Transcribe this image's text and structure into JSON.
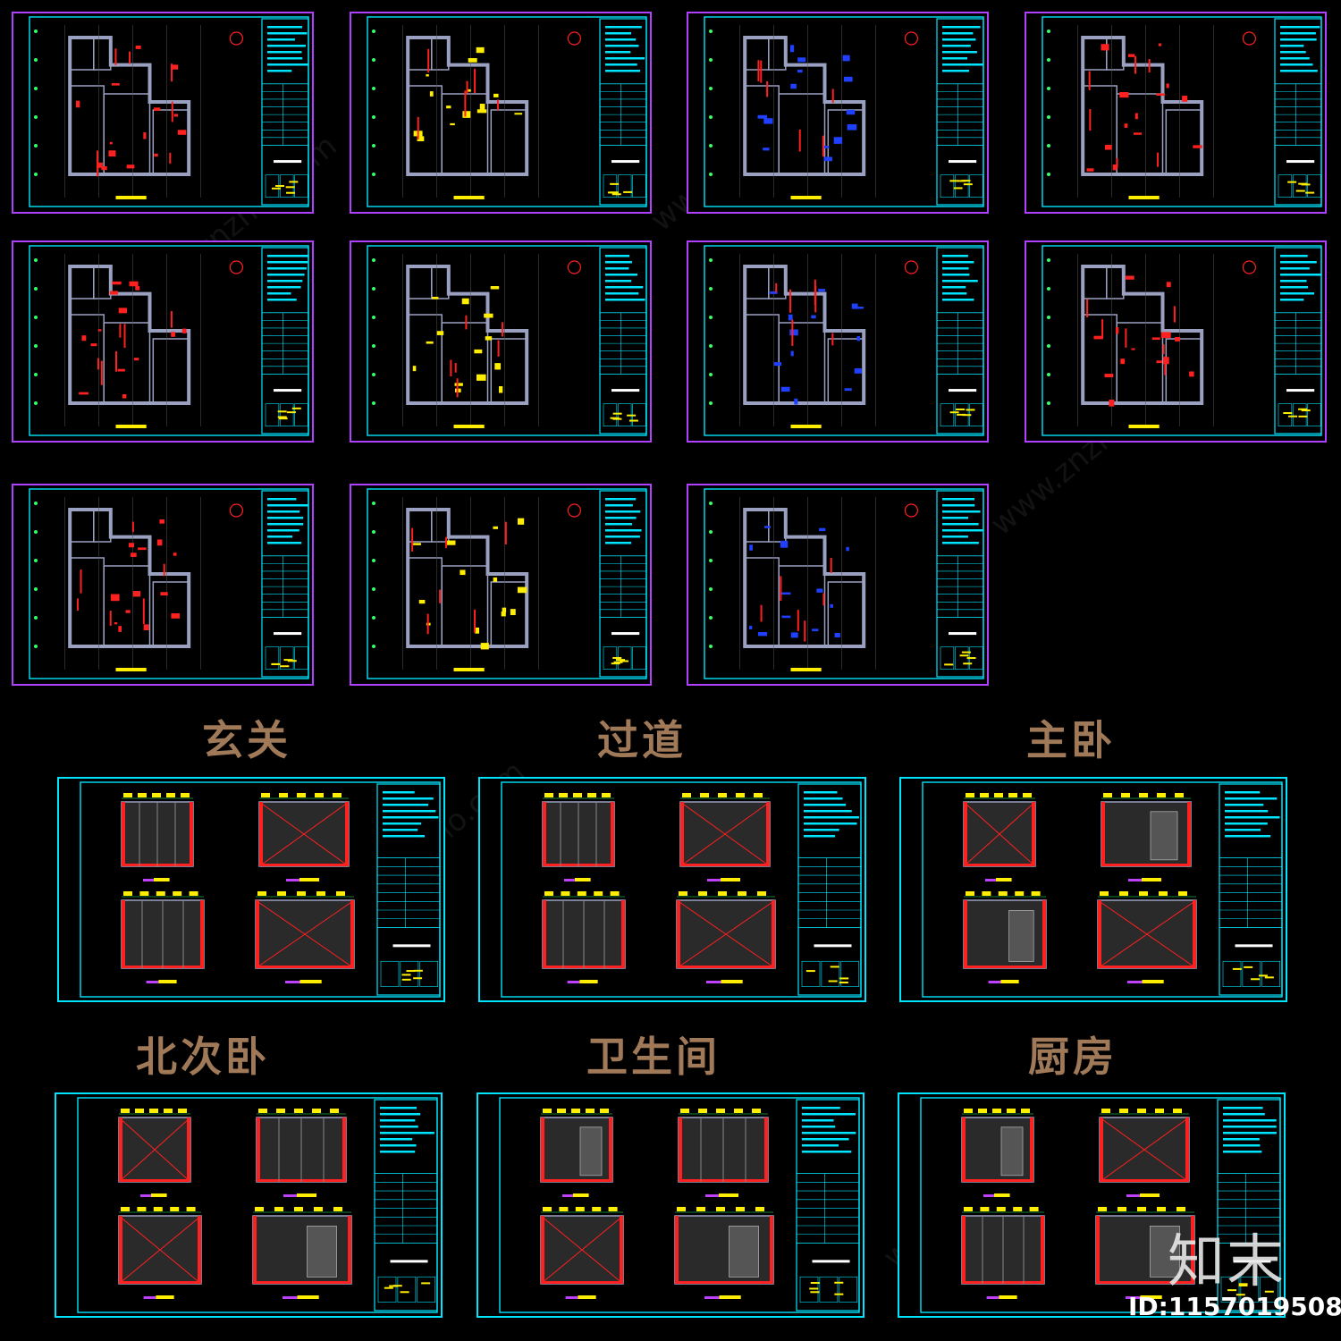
{
  "room_labels": {
    "entrance": "玄关",
    "corridor": "过道",
    "master_bedroom": "主卧",
    "north_bedroom": "北次卧",
    "bathroom": "卫生间",
    "kitchen": "厨房"
  },
  "brand": "知末",
  "id_label": "ID:1157019508",
  "watermark": "www.znzmo.com",
  "colors": {
    "background": "#000000",
    "frame_border": "#00e5ff",
    "plan_border": "#b040ff",
    "wall": "#9aa0c0",
    "accent_red": "#ff2020",
    "accent_yellow": "#ffee00",
    "accent_blue": "#2040ff",
    "label": "#a07a58"
  }
}
